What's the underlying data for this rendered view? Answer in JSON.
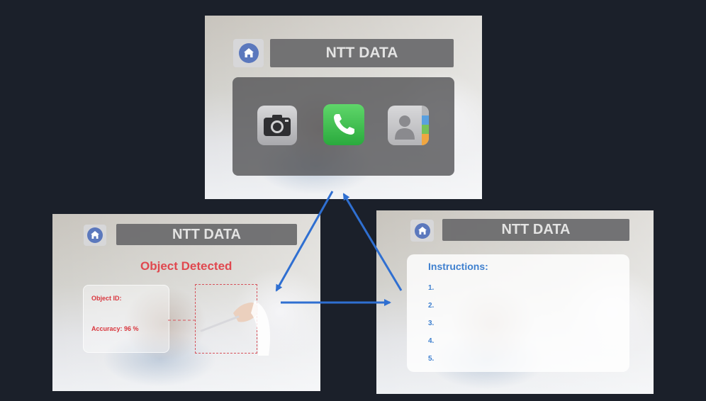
{
  "screens": {
    "top": {
      "title": "NTT DATA",
      "apps": [
        "camera-icon",
        "phone-icon",
        "contacts-icon"
      ]
    },
    "left": {
      "title": "NTT DATA",
      "heading": "Object Detected",
      "object_id_label": "Object ID:",
      "accuracy_label": "Accuracy: 96 %"
    },
    "right": {
      "title": "NTT DATA",
      "instructions_title": "Instructions:",
      "steps": [
        "1.",
        "2.",
        "3.",
        "4.",
        "5."
      ]
    }
  },
  "colors": {
    "background": "#1b202a",
    "arrow": "#2f6fd1",
    "detection": "#e0484f",
    "instructions": "#3f80cf",
    "home_icon": "#5b78bd"
  }
}
